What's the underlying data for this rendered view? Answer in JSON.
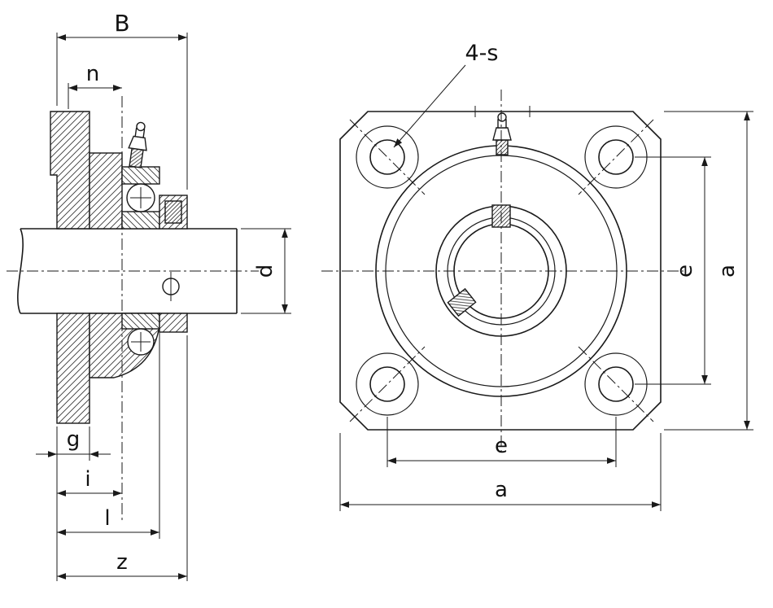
{
  "colors": {
    "background": "#ffffff",
    "line": "#1a1a1a",
    "text": "#111111"
  },
  "side_view": {
    "dim_B": "B",
    "dim_n": "n",
    "dim_d": "d",
    "dim_g": "g",
    "dim_i": "i",
    "dim_l": "l",
    "dim_z": "z"
  },
  "front_view": {
    "bolt_callout": "4-s",
    "dim_e_vertical": "e",
    "dim_a_vertical": "a",
    "dim_e_horizontal": "e",
    "dim_a_horizontal": "a"
  }
}
